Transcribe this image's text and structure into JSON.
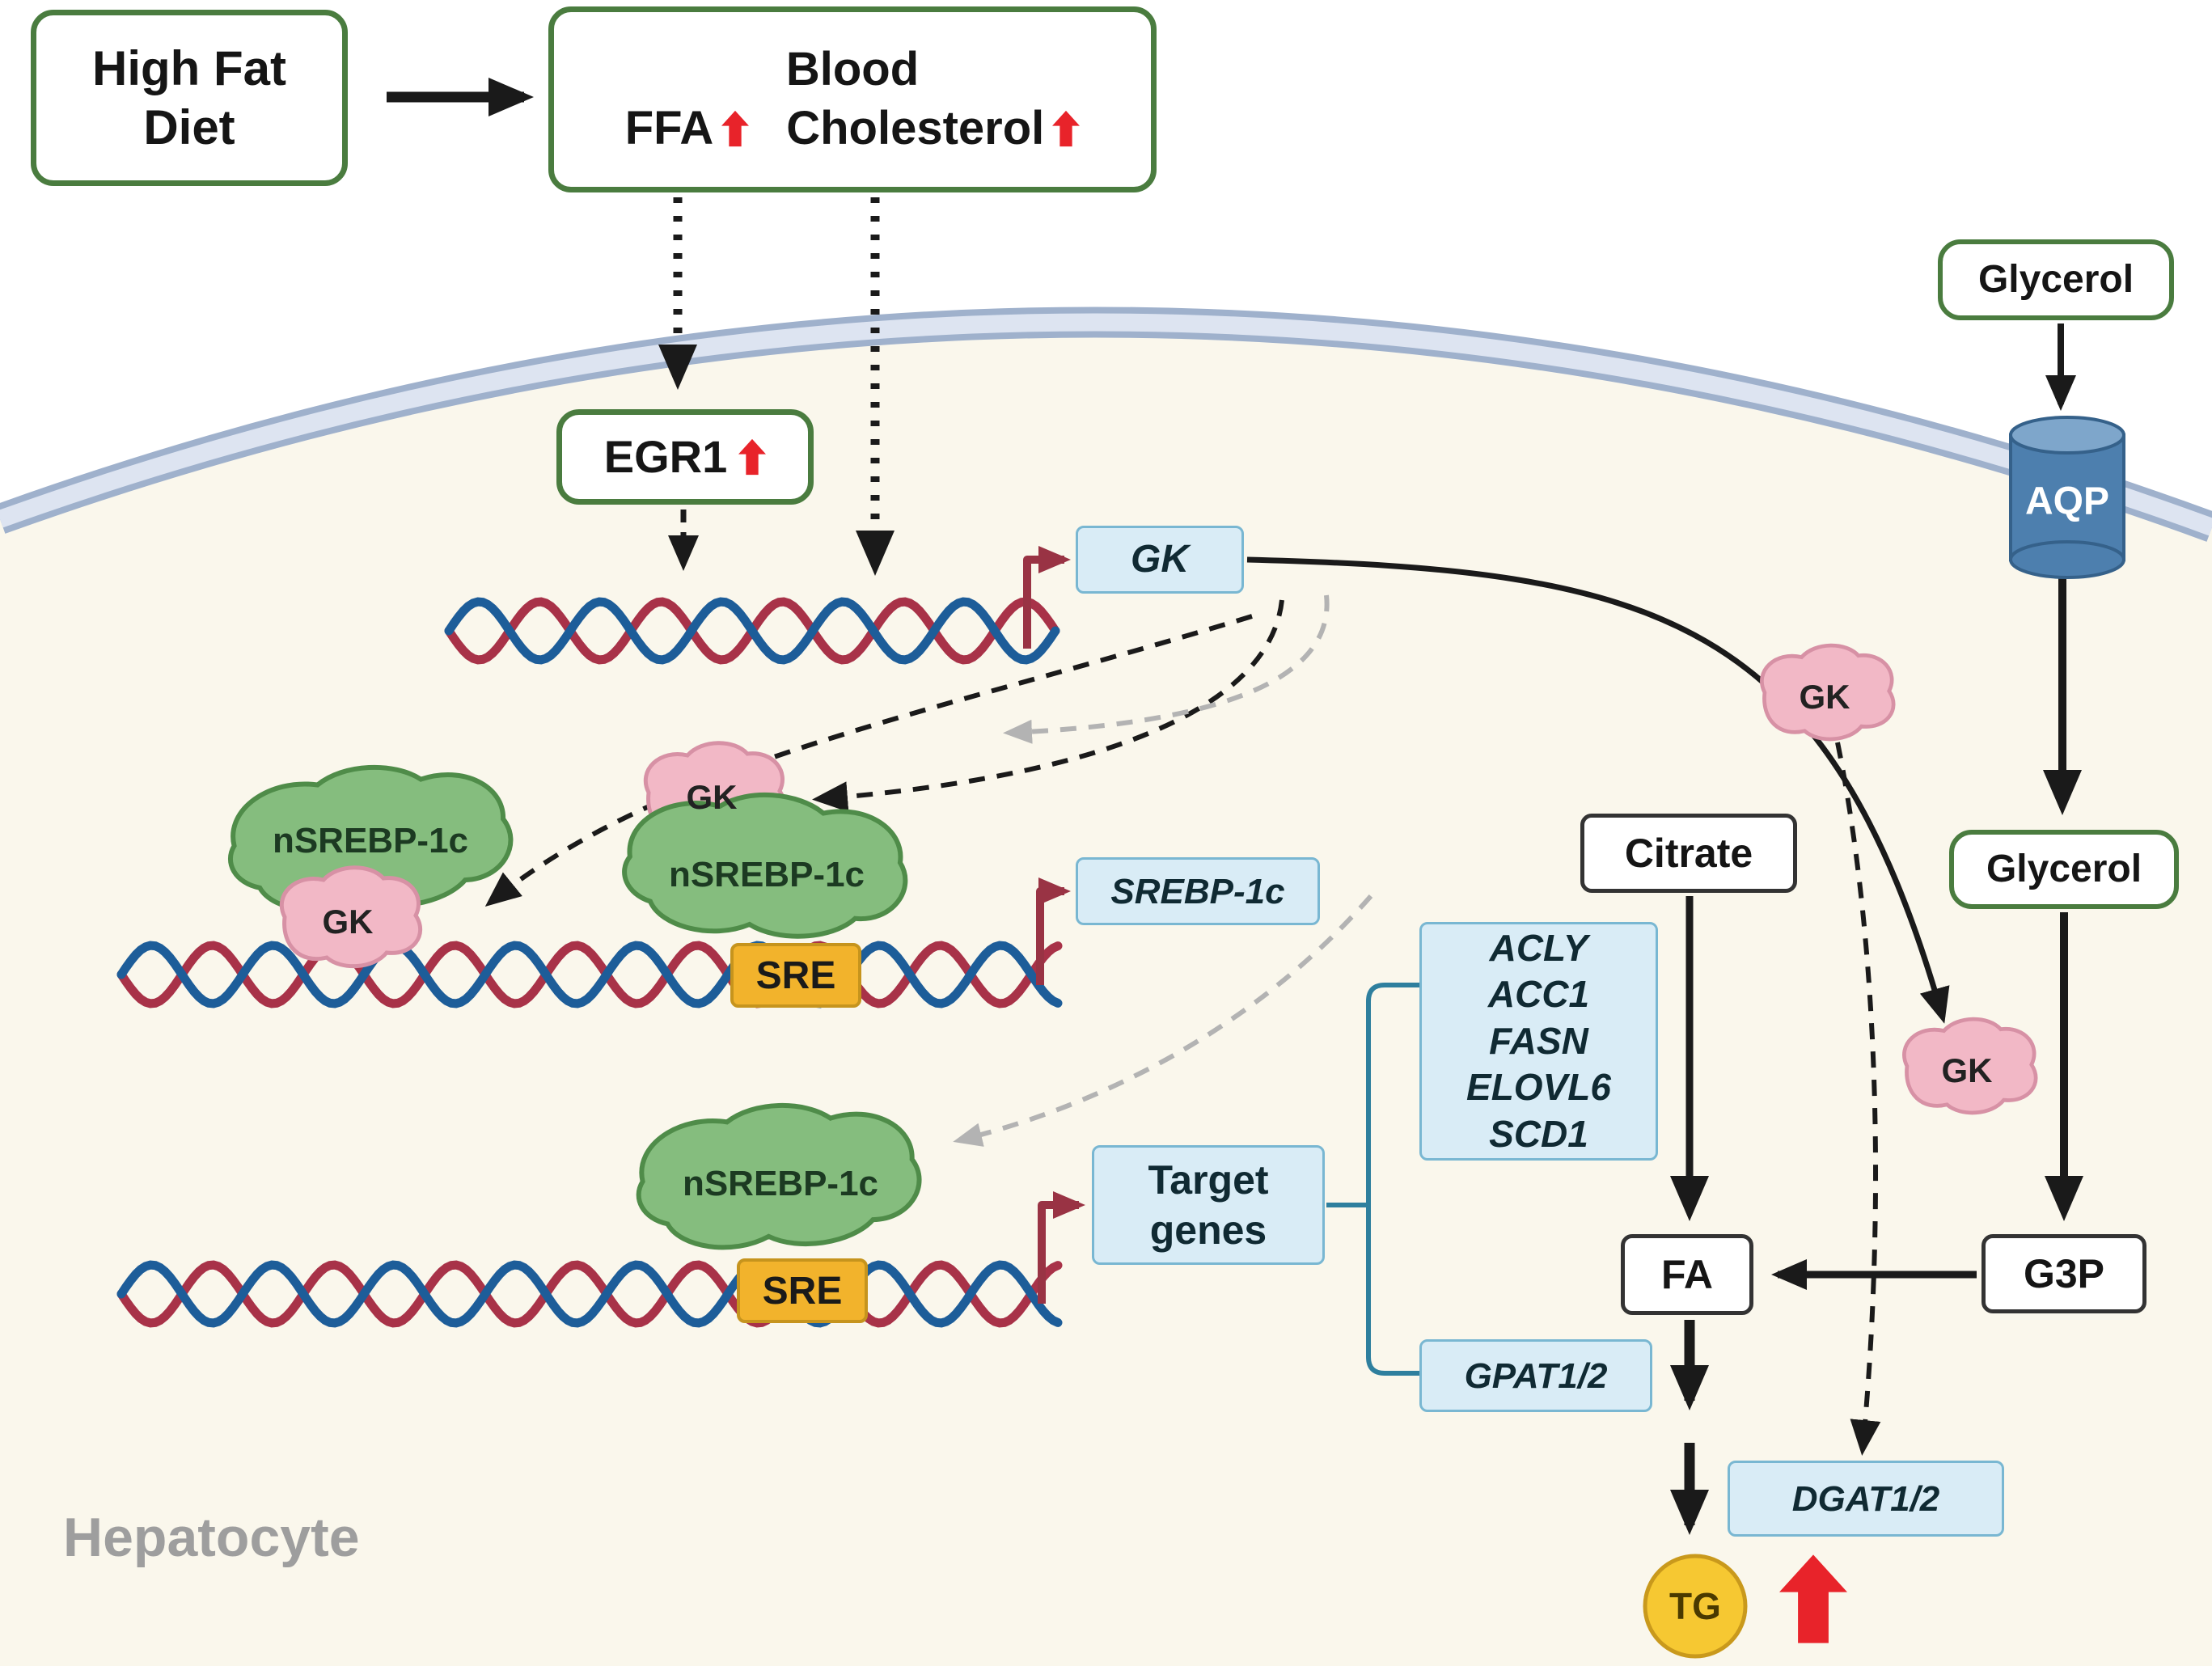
{
  "colors": {
    "green_border": "#4a7c3f",
    "metabolite_border": "#333333",
    "blue_box_bg": "#d9ecf6",
    "blue_box_border": "#79b7d2",
    "red_arrow": "#e8232a",
    "promoter_arrow": "#993344",
    "dna_strand_red": "#a83248",
    "dna_strand_blue": "#1d5d99",
    "membrane": "#9fb1cc",
    "cytoplasm": "#faf7ec",
    "sre_bg": "#f2b32c",
    "green_blob": "#85bd7e",
    "pink_blob": "#f2b8c6",
    "aqp_fill": "#4d7fae",
    "tg_fill": "#f6c832",
    "bracket": "#2e7f9e"
  },
  "icons": {
    "up_arrow": "⬆"
  },
  "nodes": {
    "high_fat_diet": "High Fat\nDiet",
    "blood": {
      "title": "Blood",
      "ffa": "FFA",
      "cholesterol": "Cholesterol"
    },
    "egr1": "EGR1",
    "glycerol_outside": "Glycerol",
    "aqp": "AQP",
    "glycerol_inside": "Glycerol",
    "g3p": "G3P",
    "fa": "FA",
    "citrate": "Citrate",
    "gk_gene": "GK",
    "srebp1c_gene": "SREBP-1c",
    "lipogenic_genes": "ACLY\nACC1\nFASN\nELOVL6\nSCD1",
    "target_genes": "Target\ngenes",
    "gpat": "GPAT1/2",
    "dgat": "DGAT1/2",
    "tg": "TG",
    "sre_1": "SRE",
    "sre_2": "SRE",
    "nsrebp1c_1": "nSREBP-1c",
    "nsrebp1c_2": "nSREBP-1c",
    "nsrebp1c_3": "nSREBP-1c",
    "gk_protein_1": "GK",
    "gk_protein_2": "GK",
    "gk_protein_3": "GK",
    "gk_protein_4": "GK",
    "compartment": "Hepatocyte"
  }
}
